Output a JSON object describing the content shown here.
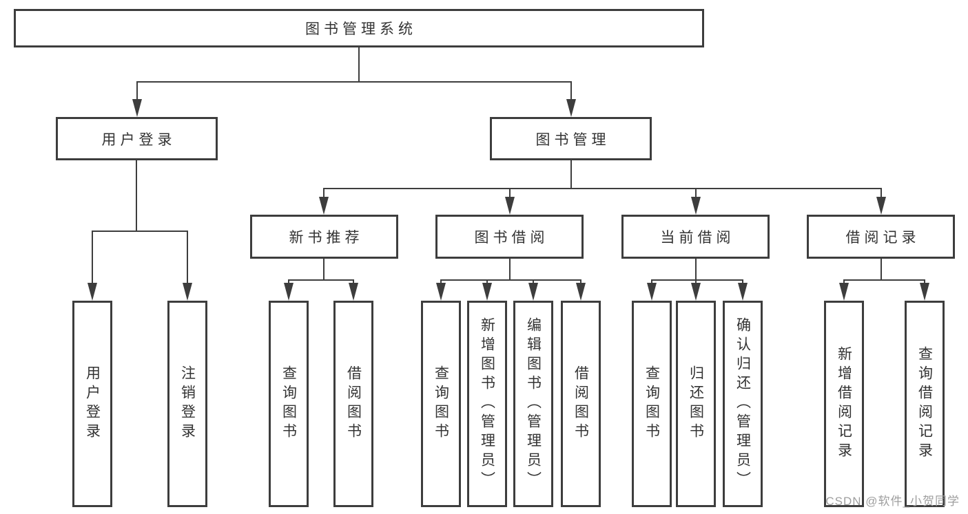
{
  "diagram": {
    "title": "图书管理系统",
    "branches": [
      {
        "label": "用户登录",
        "leaves": [
          "用户登录",
          "注销登录"
        ]
      },
      {
        "label": "图书管理",
        "sections": [
          {
            "label": "新书推荐",
            "leaves": [
              "查询图书",
              "借阅图书"
            ]
          },
          {
            "label": "图书借阅",
            "leaves": [
              "查询图书",
              "新增图书（管理员）",
              "编辑图书（管理员）",
              "借阅图书"
            ]
          },
          {
            "label": "当前借阅",
            "leaves": [
              "查询图书",
              "归还图书",
              "确认归还（管理员）"
            ]
          },
          {
            "label": "借阅记录",
            "leaves": [
              "新增借阅记录",
              "查询借阅记录"
            ]
          }
        ]
      }
    ]
  },
  "watermark": "CSDN @软件_小贺同学",
  "colors": {
    "line": "#3d3d3d",
    "text": "#333333",
    "watermark": "#9e9e9e",
    "background": "#ffffff"
  }
}
